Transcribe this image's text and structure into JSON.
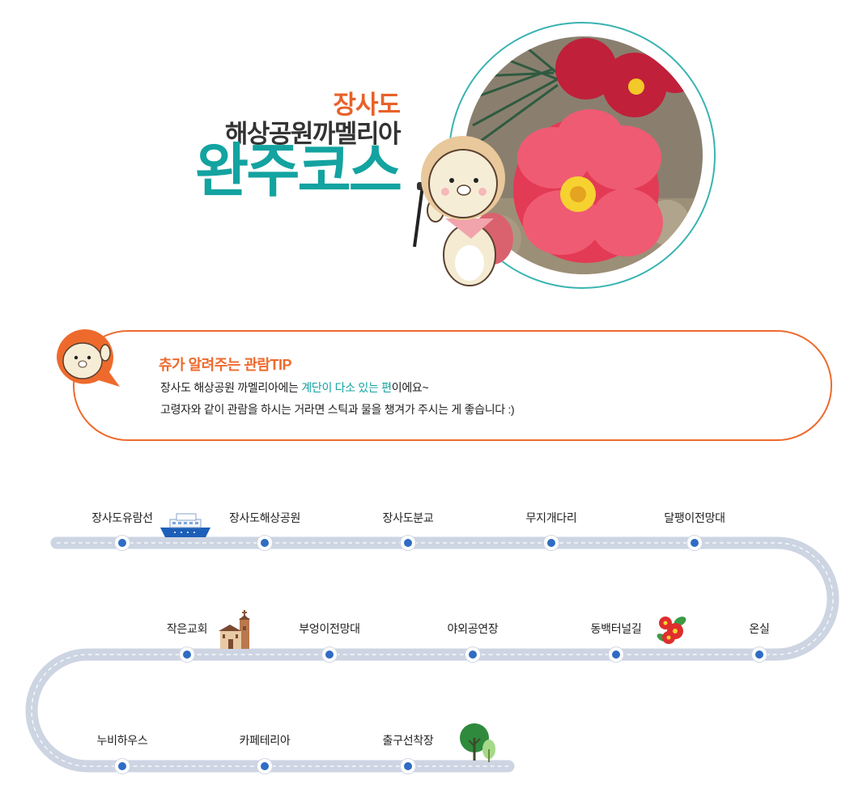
{
  "header": {
    "title_top": "장사도",
    "title_mid": "해상공원까멜리아",
    "title_big": "완주코스"
  },
  "tip": {
    "title": "츄가 알려주는 관람TIP",
    "line1_before": "장사도 해상공원 까멜리아에는 ",
    "line1_highlight": "계단이 다소 있는 편",
    "line1_after": "이에요~",
    "line2": "고령자와 같이 관람을 하시는 거라면 스틱과 물을 챙겨가 주시는 게 좋습니다 :)"
  },
  "route": {
    "row1": [
      "장사도유람선",
      "장사도해상공원",
      "장사도분교",
      "무지개다리",
      "달팽이전망대"
    ],
    "row2": [
      "작은교회",
      "부엉이전망대",
      "야외공연장",
      "동백터널길",
      "온실"
    ],
    "row3": [
      "누비하우스",
      "카페테리아",
      "출구선착장"
    ]
  },
  "icons": {
    "boat": "boat-icon",
    "church": "church-icon",
    "camellia": "camellia-flower-icon",
    "tree": "tree-icon"
  },
  "colors": {
    "accent_orange": "#ee6a2c",
    "accent_teal": "#13a3a0",
    "dot_blue": "#2f6cc4",
    "road": "#cdd5e3"
  }
}
